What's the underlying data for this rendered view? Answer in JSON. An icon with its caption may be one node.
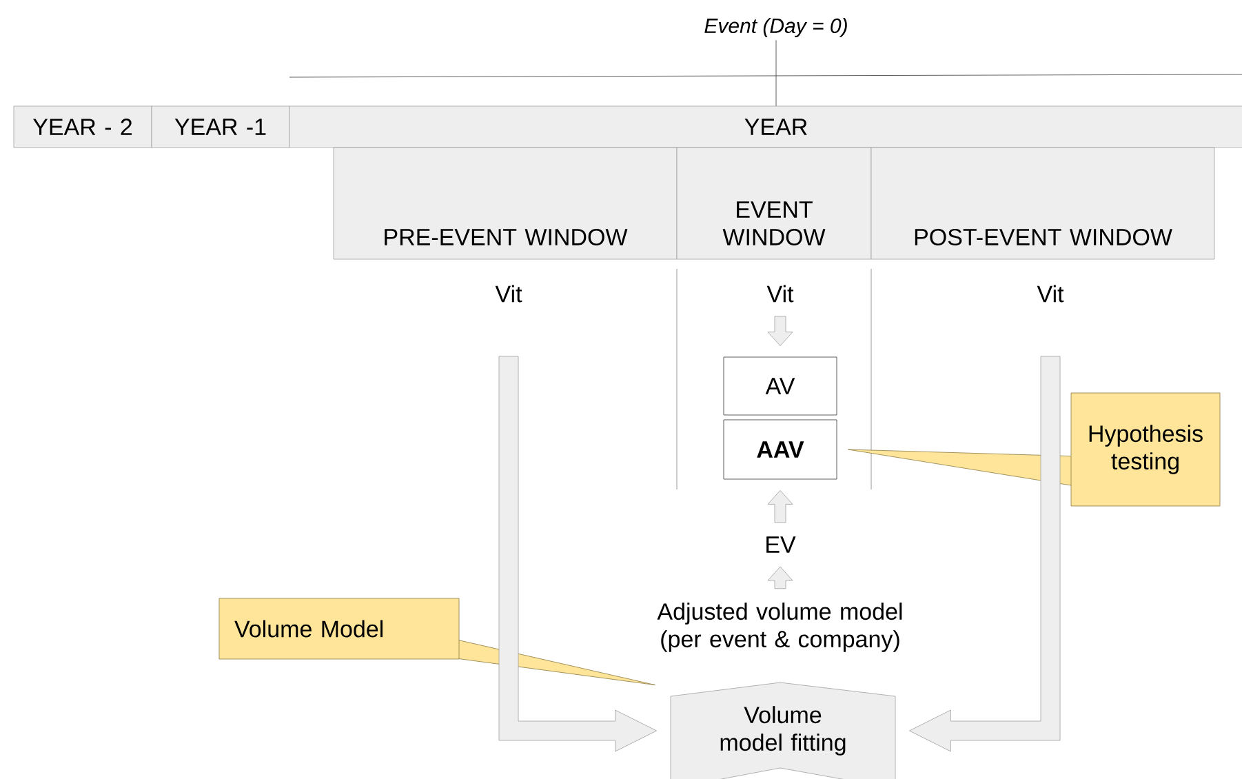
{
  "diagram": {
    "nodes": [
      {
        "text": [
          "YEAR - 2"
        ]
      },
      {
        "text": [
          "YEAR -1"
        ]
      },
      {
        "text": [
          "YEAR"
        ]
      },
      {
        "text": [
          "PRE-EVENT WINDOW"
        ]
      },
      {
        "text": [
          "EVENT WINDOW"
        ]
      },
      {
        "text": [
          "POST-EVENT WINDOW"
        ]
      },
      {
        "text": [
          "Event (Day = 0)"
        ]
      },
      {
        "text": [
          "Vit"
        ]
      },
      {
        "text": [
          "Vit"
        ]
      },
      {
        "text": [
          "Vit"
        ]
      },
      {
        "text": [
          "AV"
        ]
      },
      {
        "text": [
          "AAV"
        ]
      },
      {
        "text": [
          "EV"
        ]
      },
      {
        "text": [
          "Adjusted volume model (per event & company)"
        ]
      },
      {
        "text": [
          "Volume model fitting"
        ]
      },
      {
        "text": [
          "Hypothesis testing"
        ]
      },
      {
        "text": [
          "Volume Model"
        ]
      }
    ],
    "edges": [
      {
        "from": 6,
        "to": 2,
        "arrow": "none"
      },
      {
        "from": 8,
        "to": 10,
        "arrow": "to"
      },
      {
        "from": 12,
        "to": 11,
        "arrow": "to"
      },
      {
        "from": 13,
        "to": 12,
        "arrow": "to"
      },
      {
        "from": 7,
        "to": 14,
        "arrow": "to"
      },
      {
        "from": 9,
        "to": 14,
        "arrow": "to"
      }
    ]
  }
}
